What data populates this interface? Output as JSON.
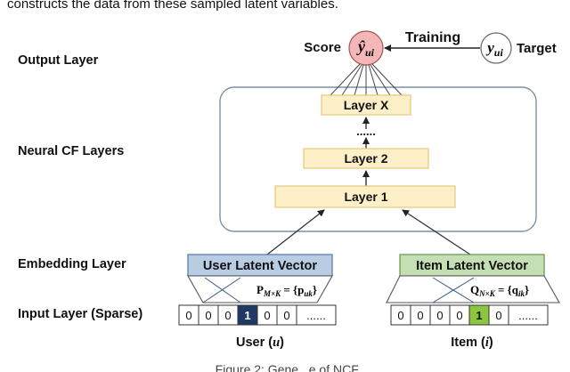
{
  "top_caption": "constructs the data from these sampled latent variables.",
  "bottom_caption": "Figure 2: Gene...e of NCF ...",
  "row_labels": {
    "output": "Output Layer",
    "neural": "Neural CF Layers",
    "embedding": "Embedding Layer",
    "input": "Input Layer (Sparse)"
  },
  "output": {
    "score_label": "Score",
    "prediction_symbol": "ŷ",
    "prediction_subscript": "ui",
    "training_label": "Training",
    "target_symbol": "y",
    "target_subscript": "ui",
    "target_label": "Target"
  },
  "layers": {
    "layer_x": "Layer X",
    "dots": "......",
    "layer_2": "Layer 2",
    "layer_1": "Layer 1"
  },
  "embedding": {
    "user_title": "User Latent Vector",
    "user_matrix": "P",
    "user_matrix_sub": "M×K",
    "user_matrix_rhs": " = {p",
    "user_matrix_rhs_sub": "uk",
    "item_title": "Item Latent Vector",
    "item_matrix": "Q",
    "item_matrix_sub": "N×K",
    "item_matrix_rhs": " = {q",
    "item_matrix_rhs_sub": "ik"
  },
  "input": {
    "user_cells": [
      "0",
      "0",
      "0",
      "1",
      "0",
      "0",
      "......"
    ],
    "item_cells": [
      "0",
      "0",
      "0",
      "0",
      "1",
      "0",
      "......"
    ],
    "user_label": "User (",
    "user_var": "u",
    "item_label": "Item (",
    "item_var": "i",
    "close_paren": ")"
  },
  "colors": {
    "prediction_fill": "#f4b6b6",
    "layer_fill": "#fdf0c8",
    "layer_stroke": "#e6c97a",
    "user_box_fill": "#b8cce4",
    "user_box_stroke": "#5b7fae",
    "item_box_fill": "#c5dfb4",
    "item_box_stroke": "#6f9a56",
    "user_active_cell": "#1f3864",
    "item_active_cell": "#8cc63f"
  }
}
